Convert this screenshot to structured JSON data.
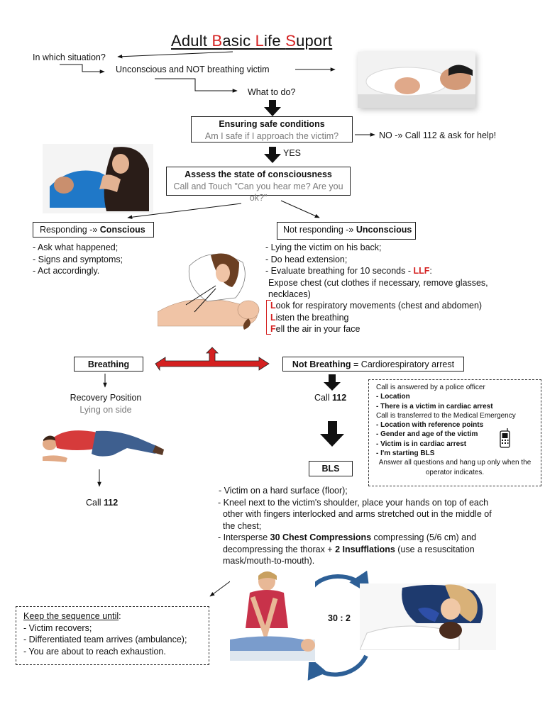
{
  "title": {
    "p1": "Adult ",
    "l1": "B",
    "p2": "asic ",
    "l2": "L",
    "p3": "ife ",
    "l3": "S",
    "p4": "uport"
  },
  "q_situation": "In which situation?",
  "situation": "Unconscious and NOT breathing victim",
  "q_todo": "What to do?",
  "safe": {
    "title": "Ensuring safe conditions",
    "sub": "Am I safe if I approach the victim?"
  },
  "no_call": "NO -» Call 112 & ask for help!",
  "yes": "YES",
  "assess": {
    "title": "Assess the state of consciousness",
    "sub": "Call and Touch \"Can you hear me? Are you ok?\""
  },
  "responding": {
    "prefix": "Responding -» ",
    "bold": "Conscious",
    "items": [
      "- Ask what happened;",
      "- Signs and symptoms;",
      "- Act accordingly."
    ]
  },
  "not_responding": {
    "prefix": "Not responding -» ",
    "bold": "Unconscious",
    "items": [
      "- Lying the victim on his back;",
      "- Do head extension;"
    ],
    "eval_prefix": "- Evaluate breathing for 10 seconds - ",
    "eval_llf": "LLF",
    ":": ":",
    "expose": "Expose chest (cut clothes if necessary, remove glasses, necklaces)",
    "llf": [
      {
        "letter": "L",
        "rest": "ook for respiratory movements (chest and abdomen)"
      },
      {
        "letter": "L",
        "rest": "isten the breathing"
      },
      {
        "letter": "F",
        "rest": "ell the air in your face"
      }
    ]
  },
  "breathing_box": "Breathing",
  "not_breathing": {
    "bold": "Not Breathing",
    "rest": " = Cardiorespiratory arrest"
  },
  "recovery": {
    "title": "Recovery Position",
    "sub": "Lying on side"
  },
  "call112_left": {
    "prefix": "Call ",
    "num": "112"
  },
  "call112_right": {
    "prefix": "Call ",
    "num": "112"
  },
  "call_box": {
    "line1": "Call is answered by a police officer",
    "b1": "- Location",
    "b2": "- There is a victim in cardiac arrest",
    "line2": "Call is transferred to the Medical Emergency",
    "b3": "- Location with reference points",
    "b4": "- Gender and age of the victim",
    "b5": "- Victim is in cardiac arrest",
    "b6": "- I'm starting BLS",
    "footer": "Answer all questions and hang up only when the operator indicates."
  },
  "bls_box": "BLS",
  "bls": {
    "l1": "- Victim on a hard surface (floor);",
    "l2": "- Kneel next to the victim's shoulder, place your hands on top of each other with fingers interlocked and arms stretched out in the middle of the chest;",
    "l3a": "- Intersperse ",
    "l3b": "30 Chest Compressions",
    "l3c": " compressing (5/6 cm) and decompressing the thorax + ",
    "l3d": "2 Insufflations",
    "l3e": " (use a resuscitation mask/mouth-to-mouth)."
  },
  "ratio": "30 : 2",
  "keep": {
    "title": "Keep the sequence until",
    "colon": ":",
    "items": [
      "- Victim recovers;",
      "- Differentiated team arrives (ambulance);",
      "- You are about to reach exhaustion."
    ]
  },
  "colors": {
    "red": "#d42020",
    "arrow_blue": "#2d5f96",
    "shirt_blue": "#1f78c8"
  }
}
